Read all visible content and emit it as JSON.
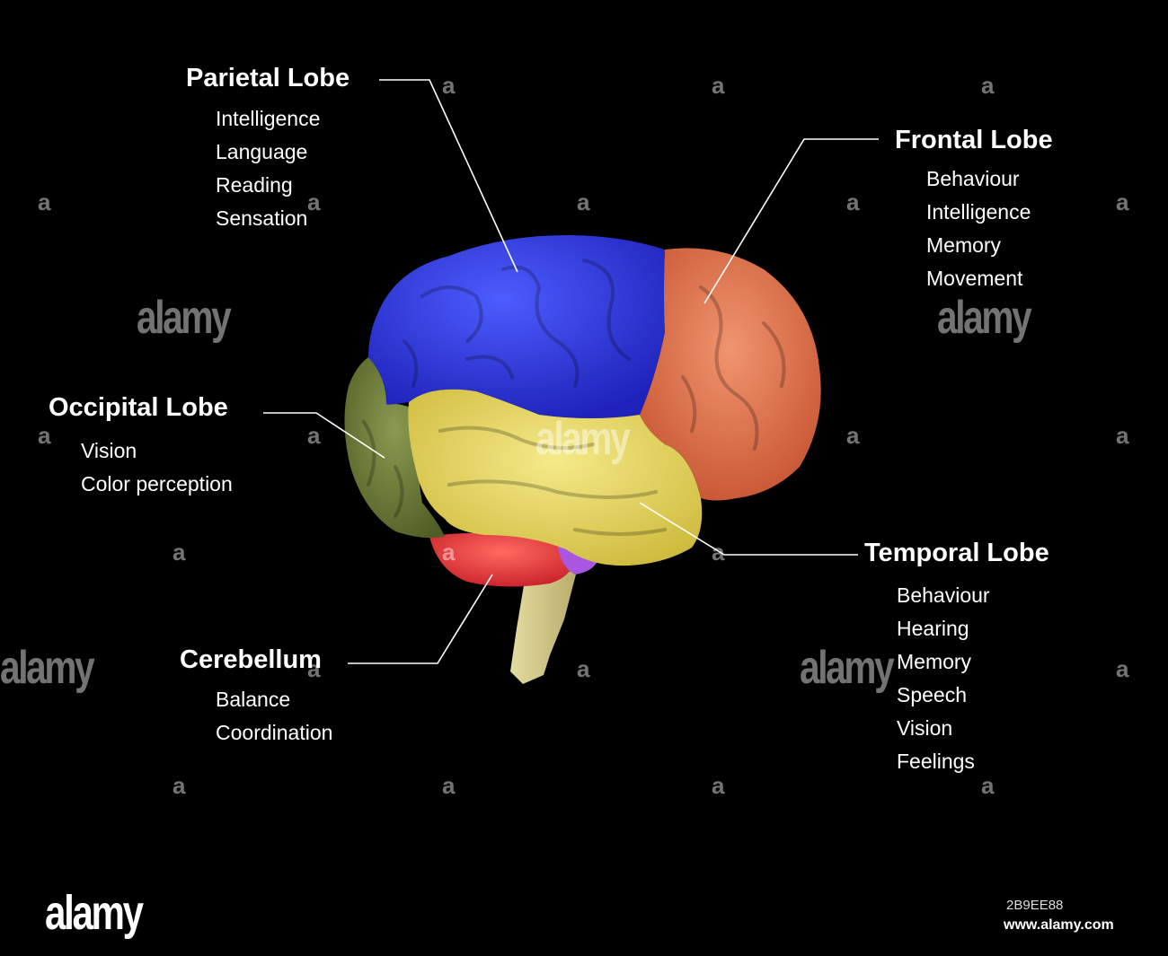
{
  "lobes": {
    "parietal": {
      "title": "Parietal Lobe",
      "functions": [
        "Intelligence",
        "Language",
        "Reading",
        "Sensation"
      ],
      "color": "#2a35e0"
    },
    "frontal": {
      "title": "Frontal Lobe",
      "functions": [
        "Behaviour",
        "Intelligence",
        "Memory",
        "Movement"
      ],
      "color": "#e06a45"
    },
    "occipital": {
      "title": "Occipital Lobe",
      "functions": [
        "Vision",
        "Color perception"
      ],
      "color": "#6b7a35"
    },
    "temporal": {
      "title": "Temporal Lobe",
      "functions": [
        "Behaviour",
        "Hearing",
        "Memory",
        "Speech",
        "Vision",
        "Feelings"
      ],
      "color": "#e6d550"
    },
    "cerebellum": {
      "title": "Cerebellum",
      "functions": [
        "Balance",
        "Coordination"
      ],
      "color": "#e8383a"
    }
  },
  "watermark": {
    "brand": "alamy",
    "glyph": "a",
    "image_code": "2B9EE88",
    "url": "www.alamy.com"
  }
}
